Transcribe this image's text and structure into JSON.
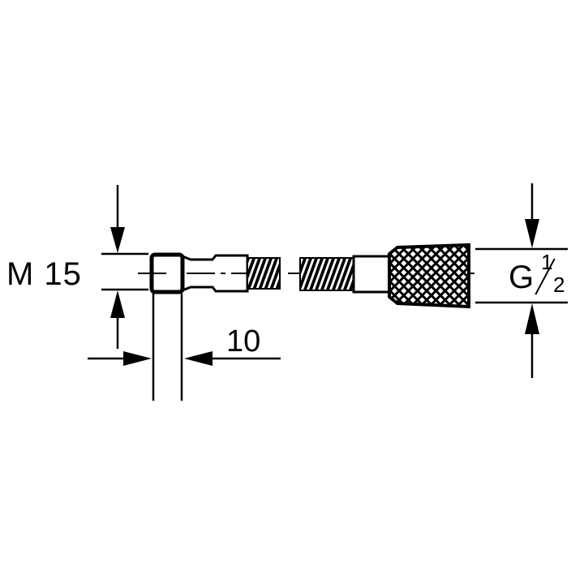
{
  "diagram": {
    "type": "technical-drawing",
    "subject": "hose connector dimensions",
    "labels": {
      "left_thread": "M 15",
      "length": "10",
      "right_thread_letter": "G",
      "right_thread_num": "1",
      "right_thread_den": "2"
    },
    "colors": {
      "ink": "#000000",
      "background": "#ffffff"
    }
  }
}
